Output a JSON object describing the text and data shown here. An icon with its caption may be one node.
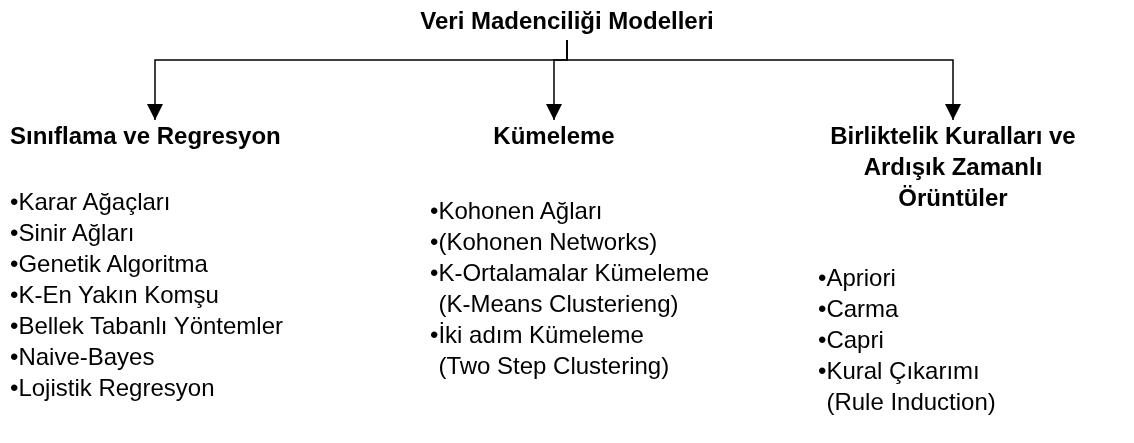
{
  "diagram": {
    "nodes": [
      {
        "text": [
          "Veri Madenciliği Modelleri"
        ]
      },
      {
        "text": [
          "Sınıflama ve Regresyon",
          "•Karar Ağaçları",
          "•Sinir Ağları",
          "•Genetik Algoritma",
          "•K-En Yakın Komşu",
          "•Bellek Tabanlı Yöntemler",
          "•Naive-Bayes",
          "•Lojistik Regresyon"
        ]
      },
      {
        "text": [
          "Kümeleme",
          "•Kohonen Ağları",
          "•(Kohonen Networks)",
          "•K-Ortalamalar Kümeleme (K-Means Clusterieng)",
          "•İki adım Kümeleme (Two Step Clustering)"
        ]
      },
      {
        "text": [
          "Birliktelik Kuralları ve Ardışık Zamanlı Örüntüler",
          "•Apriori",
          "•Carma",
          "•Capri",
          "•Kural Çıkarımı (Rule Induction)"
        ]
      }
    ],
    "edges": [
      {
        "from": 0,
        "to": 1,
        "arrow": "to"
      },
      {
        "from": 0,
        "to": 2,
        "arrow": "to"
      },
      {
        "from": 0,
        "to": 3,
        "arrow": "to"
      }
    ]
  }
}
